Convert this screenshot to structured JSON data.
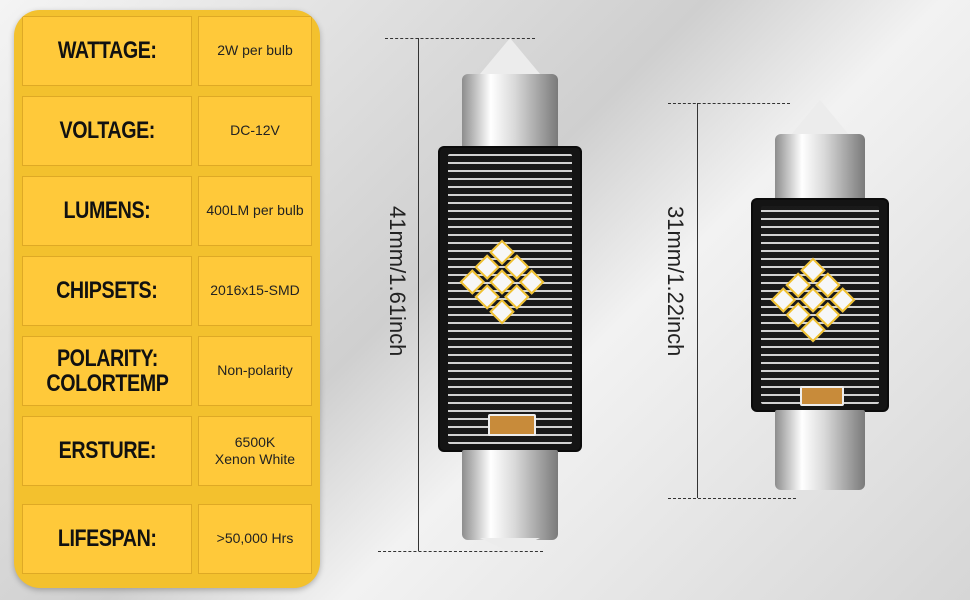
{
  "specs": [
    {
      "label": "WATTAGE:",
      "value": [
        "2W per bulb"
      ]
    },
    {
      "label": "VOLTAGE:",
      "value": [
        "DC-12V"
      ]
    },
    {
      "label": "LUMENS:",
      "value": [
        "400LM per bulb"
      ]
    },
    {
      "label": "CHIPSETS:",
      "value": [
        "2016x15-SMD"
      ]
    },
    {
      "label": "POLARITY:",
      "label2": "COLORTEMP",
      "value": [
        "Non-polarity"
      ]
    },
    {
      "label": "ERSTURE:",
      "value": [
        "6500K",
        "Xenon White"
      ]
    },
    {
      "label": "LIFESPAN:",
      "value": [
        ">50,000 Hrs"
      ]
    }
  ],
  "dimensions": {
    "large": "41mm/1.61inch",
    "small": "31mm/1.22inch"
  },
  "colors": {
    "panel": "#f3c12e",
    "cell": "#ffc93a",
    "chip_border": "#f1c232"
  }
}
